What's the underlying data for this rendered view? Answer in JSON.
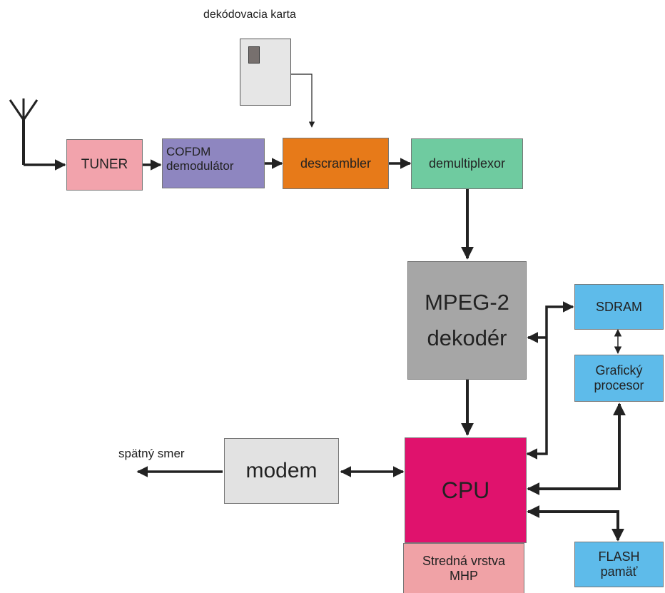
{
  "card_label": "dekódovacia  karta",
  "return_label": "spätný smer",
  "blocks": {
    "tuner": "TUNER",
    "cofdm_line1": "COFDM",
    "cofdm_line2": "demodulátor",
    "descrambler": "descrambler",
    "demux": "demultiplexor",
    "mpeg_line1": "MPEG-2",
    "mpeg_line2": "dekodér",
    "sdram": "SDRAM",
    "gfx_line1": "Grafický",
    "gfx_line2": "procesor",
    "cpu": "CPU",
    "modem": "modem",
    "flash_line1": "FLASH",
    "flash_line2": "pamäť",
    "mhp_line1": "Stredná vrstva",
    "mhp_line2": "MHP"
  },
  "colors": {
    "tuner": "#f2a3ac",
    "cofdm": "#8e86c0",
    "descrambler": "#e77a19",
    "demux": "#6fcba0",
    "mpeg": "#a6a6a6",
    "sdram": "#5ebbea",
    "gfx": "#5ebbea",
    "cpu": "#e0126d",
    "modem": "#e2e2e2",
    "flash": "#5ebbea",
    "mhp": "#f0a2a6",
    "card": "#e6e6e6",
    "chip": "#77706e"
  }
}
